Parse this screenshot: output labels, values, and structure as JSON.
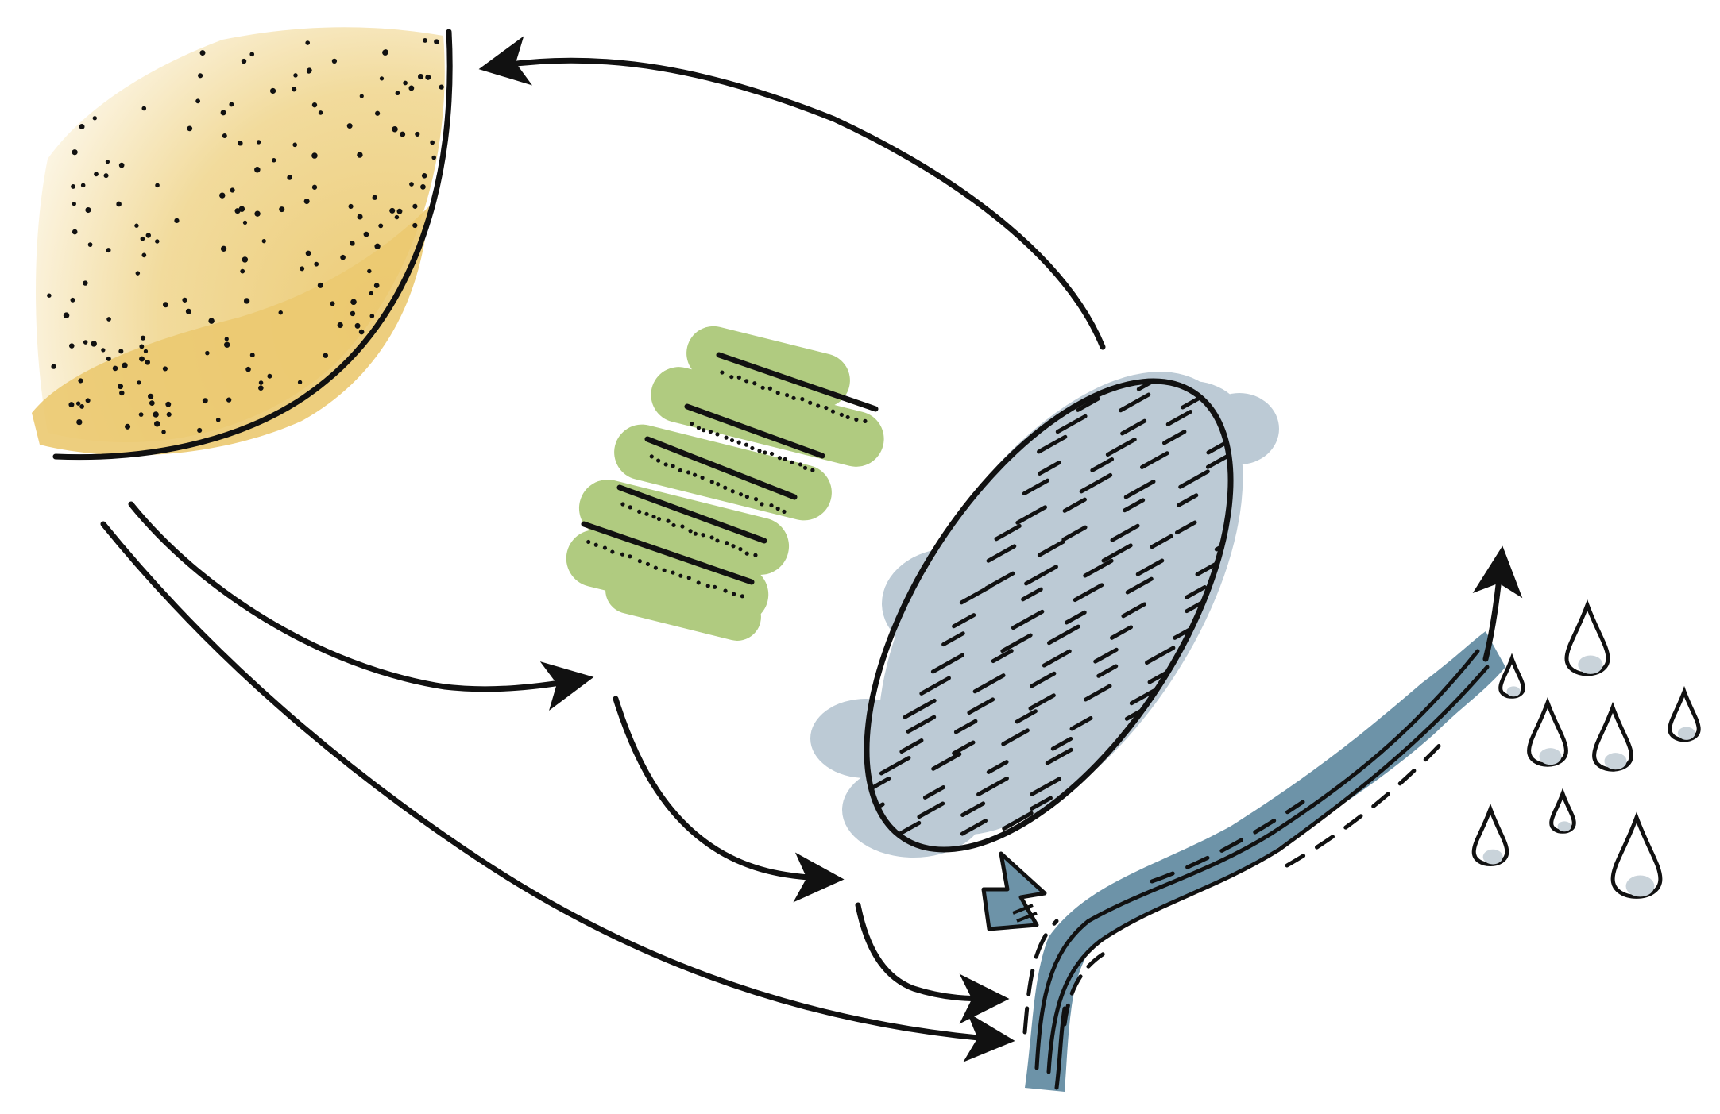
{
  "diagram": {
    "type": "cycle-diagram",
    "text_labels": [],
    "nodes": [
      {
        "id": "sand-mound",
        "icon": "sand-mound-icon",
        "fill": "#edcf82",
        "dots": "#111111"
      },
      {
        "id": "green-stack",
        "icon": "layered-stack-icon",
        "fill": "#acc97a"
      },
      {
        "id": "grey-oval",
        "icon": "hatched-oval-icon",
        "fill": "#b9c8d3"
      },
      {
        "id": "blue-stream",
        "icon": "stream-icon",
        "fill": "#6d93a8"
      },
      {
        "id": "droplets",
        "icon": "water-droplets-icon",
        "fill": "#c9d3da"
      }
    ],
    "arrows": [
      {
        "from": "grey-oval",
        "to": "sand-mound"
      },
      {
        "from": "sand-mound",
        "to": "green-stack"
      },
      {
        "from": "sand-mound",
        "to": "blue-stream"
      },
      {
        "from": "green-stack",
        "to": "grey-oval"
      },
      {
        "from": "grey-oval",
        "to": "blue-stream"
      },
      {
        "from": "blue-stream",
        "to": "grey-oval"
      },
      {
        "from": "blue-stream",
        "to": "droplets"
      }
    ],
    "colors": {
      "ink": "#111111",
      "sand": "#edcf82",
      "green": "#acc97a",
      "grey": "#b9c8d3",
      "blue": "#6d93a8"
    }
  }
}
